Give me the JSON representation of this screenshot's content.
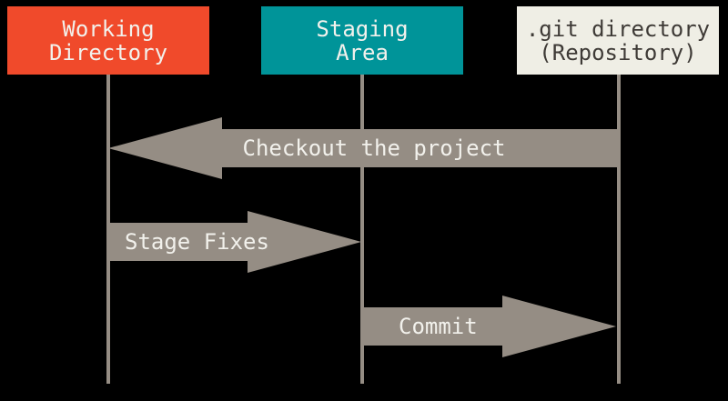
{
  "colors": {
    "background": "#000000",
    "working_directory": "#f04a2b",
    "staging_area": "#009499",
    "git_directory": "#efeee5",
    "arrow": "#958d84",
    "line": "#958d84",
    "light_text": "#f2f1ec",
    "dark_text": "#3e3a36"
  },
  "boxes": [
    {
      "id": "working-directory",
      "label": "Working\nDirectory"
    },
    {
      "id": "staging-area",
      "label": "Staging\nArea"
    },
    {
      "id": "git-directory",
      "label": ".git directory\n(Repository)"
    }
  ],
  "arrows": [
    {
      "id": "checkout",
      "label": "Checkout the project",
      "direction": "left",
      "from": "git-directory",
      "to": "working-directory"
    },
    {
      "id": "stage",
      "label": "Stage Fixes",
      "direction": "right",
      "from": "working-directory",
      "to": "staging-area"
    },
    {
      "id": "commit",
      "label": "Commit",
      "direction": "right",
      "from": "staging-area",
      "to": "git-directory"
    }
  ]
}
